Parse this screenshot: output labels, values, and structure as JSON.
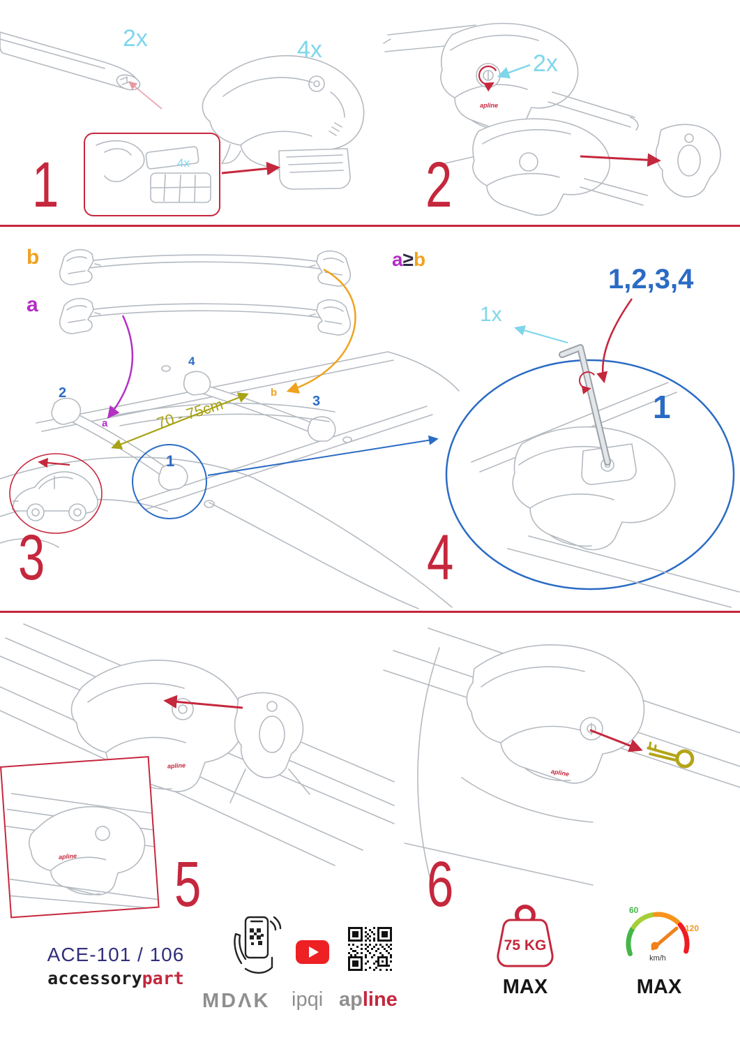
{
  "steps": {
    "s1": {
      "num": "1",
      "qty_bar": "2x",
      "qty_foot": "4x",
      "qty_pads": "4x"
    },
    "s2": {
      "num": "2",
      "qty_keys": "2x"
    },
    "s3": {
      "num": "3",
      "label_a": "a",
      "label_b": "b",
      "tag_a": "a",
      "tag_b": "b",
      "pos_1": "1",
      "pos_2": "2",
      "pos_3": "3",
      "pos_4": "4",
      "distance": "70 - 75cm"
    },
    "s4": {
      "num": "4",
      "cond_a": "a",
      "cond_op": "≥",
      "cond_b": "b",
      "order": "1,2,3,4",
      "qty_tool": "1x",
      "torque_first": "1"
    },
    "s5": {
      "num": "5"
    },
    "s6": {
      "num": "6"
    }
  },
  "logos": {
    "apline_small": "apline"
  },
  "footer": {
    "model": "ACE-101 / 106",
    "brand_left": "accessory",
    "brand_right": "part",
    "mdak": "MDΛK",
    "ipqi": "ipqi",
    "apline_gray": "ap",
    "apline_red": "line",
    "weight": "75 KG",
    "weight_max": "MAX",
    "speed_low": "60",
    "speed_high": "120",
    "speed_unit": "km/h",
    "speed_max": "MAX"
  },
  "colors": {
    "red": "#c5273d",
    "cyan": "#7fd6ea",
    "blue": "#2a6bc4",
    "purple": "#b32fc4",
    "orange": "#f0a21e",
    "olive": "#a8a216",
    "navy": "#312f7a",
    "gray": "#8f8f8f"
  }
}
